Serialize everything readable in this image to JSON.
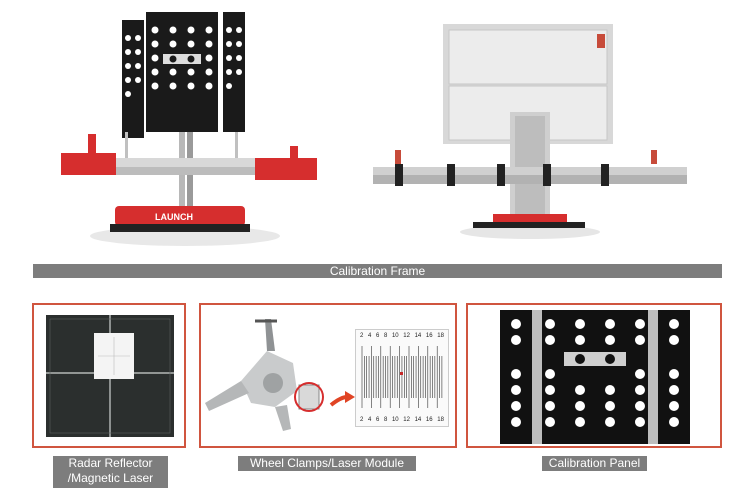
{
  "banner": {
    "label": "Calibration Frame"
  },
  "captions": {
    "radar": [
      "Radar Reflector",
      "/Magnetic Laser"
    ],
    "clamps": "Wheel Clamps/Laser Module",
    "panel": "Calibration Panel"
  },
  "brand_label": "LAUNCH",
  "laser_scale": {
    "ticks": [
      "2",
      "4",
      "6",
      "8",
      "10",
      "12",
      "14",
      "16",
      "18"
    ]
  },
  "colors": {
    "accent_red": "#d0553f",
    "banner_gray": "#7d7d7d",
    "panel_black": "#111111"
  }
}
